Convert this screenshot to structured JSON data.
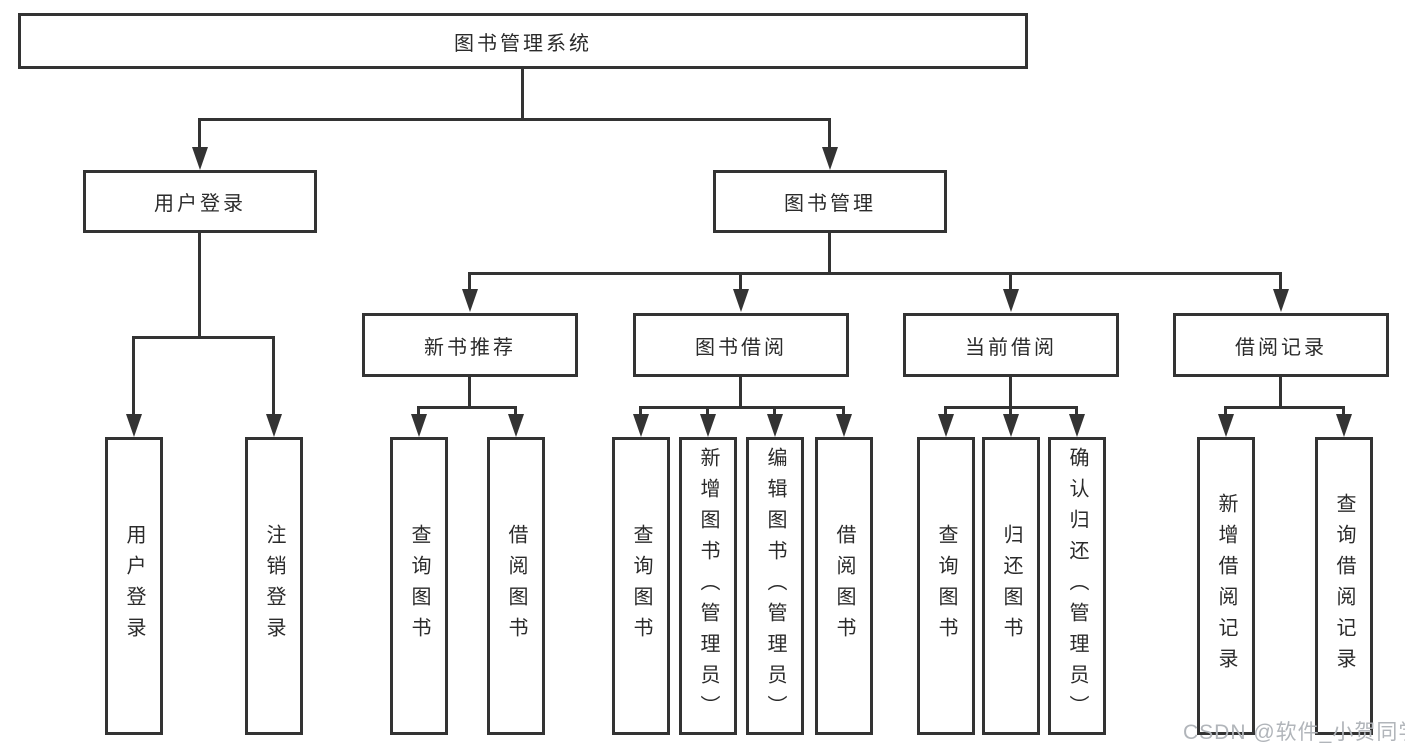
{
  "tree": {
    "root": {
      "label": "图书管理系统"
    },
    "user_login": {
      "label": "用户登录",
      "children": [
        {
          "label": "用户登录"
        },
        {
          "label": "注销登录"
        }
      ]
    },
    "book_management": {
      "label": "图书管理",
      "children": [
        {
          "label": "新书推荐",
          "children": [
            {
              "label": "查询图书"
            },
            {
              "label": "借阅图书"
            }
          ]
        },
        {
          "label": "图书借阅",
          "children": [
            {
              "label": "查询图书"
            },
            {
              "label": "新增图书（管理员）"
            },
            {
              "label": "编辑图书（管理员）"
            },
            {
              "label": "借阅图书"
            }
          ]
        },
        {
          "label": "当前借阅",
          "children": [
            {
              "label": "查询图书"
            },
            {
              "label": "归还图书"
            },
            {
              "label": "确认归还（管理员）"
            }
          ]
        },
        {
          "label": "借阅记录",
          "children": [
            {
              "label": "新增借阅记录"
            },
            {
              "label": "查询借阅记录"
            }
          ]
        }
      ]
    }
  },
  "watermark": {
    "text": "CSDN @软件_小贺同学"
  },
  "colors": {
    "line": "#333333",
    "text": "#2b2b2b",
    "background": "#ffffff",
    "watermark": "#b1b5ba"
  }
}
